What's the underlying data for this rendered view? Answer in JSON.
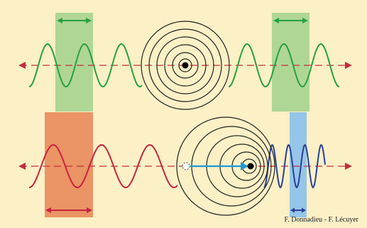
{
  "credit": "F. Donnadieu - F. Lécuyer",
  "colors": {
    "background": "#fbf0c6",
    "static_wave": "#27a040",
    "moving_wave_long": "#c8233f",
    "moving_wave_short": "#2a3f9a",
    "static_bands": "#a6d38f",
    "redshift_band": "#e88454",
    "blueshift_band": "#8fc2ea",
    "axis": "#c0303a",
    "velocity_arrow": "#1e9ad6",
    "wavefronts": "#222222"
  },
  "icons": [
    "source-dot",
    "previous-source-position",
    "velocity-arrow"
  ]
}
